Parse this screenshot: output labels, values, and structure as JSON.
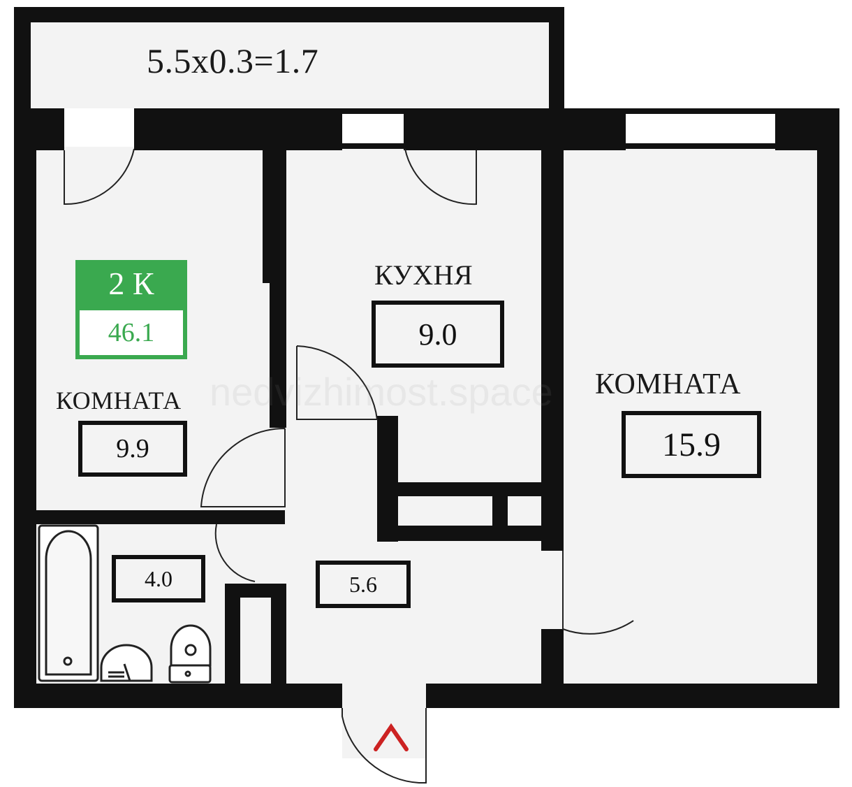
{
  "balcony": {
    "label": "5.5x0.3=1.7"
  },
  "apartment": {
    "rooms_badge": "2 К",
    "total_area": "46.1"
  },
  "rooms": {
    "room_left": {
      "name": "КОМНАТА",
      "area": "9.9"
    },
    "kitchen": {
      "name": "КУХНЯ",
      "area": "9.0"
    },
    "room_right": {
      "name": "КОМНАТА",
      "area": "15.9"
    },
    "bathroom": {
      "area": "4.0"
    },
    "hallway": {
      "area": "5.6"
    }
  },
  "watermark": "nedvizhimost.space",
  "colors": {
    "wall": "#111111",
    "floor": "#f3f3f3",
    "badge": "#3aa94f",
    "entrance_arrow": "#cc2222"
  },
  "icons": {
    "entrance": "entrance-arrow-icon",
    "bathtub": "bathtub-icon",
    "sink": "sink-icon",
    "toilet": "toilet-icon"
  }
}
